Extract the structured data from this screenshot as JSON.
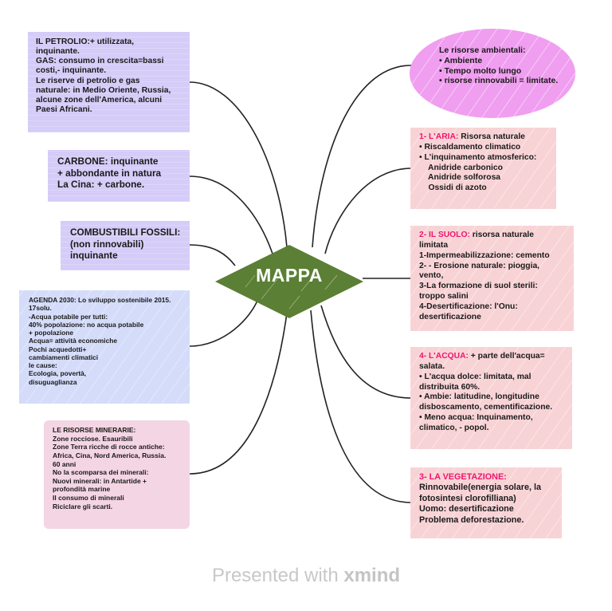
{
  "central": {
    "label": "MAPPA",
    "color": "#5b7f34"
  },
  "left_topics": [
    {
      "id": "petrolio",
      "lines": [
        "IL PETROLIO:+ utilizzata,",
        "inquinante.",
        "GAS: consumo in crescita=bassi",
        "costi,- inquinante.",
        "Le riserve di petrolio e gas",
        "naturale: in Medio Oriente, Russia,",
        "alcune zone dell'America, alcuni",
        "Paesi Africani."
      ]
    },
    {
      "id": "carbone",
      "lines": [
        "CARBONE: inquinante",
        "+ abbondante in natura",
        "La Cina: + carbone."
      ]
    },
    {
      "id": "combustibili",
      "lines": [
        "COMBUSTIBILI FOSSILI:",
        "(non rinnovabili)",
        "inquinante"
      ]
    },
    {
      "id": "agenda",
      "lines": [
        "AGENDA 2030: Lo sviluppo sostenibile 2015.",
        "17solu.",
        "-Acqua potabile per tutti:",
        "40% popolazione: no acqua potabile",
        "+ popolazione",
        "Acqua= attività economiche",
        "Pochi acquedotti+",
        "cambiamenti climatici",
        "le cause:",
        "Ecologia, povertà,",
        "disuguaglianza"
      ]
    },
    {
      "id": "minerarie",
      "lines": [
        "LE RISORSE MINERARIE:",
        "Zone rocciose. Esauribili",
        "Zone Terra ricche di rocce antiche:",
        "Africa, Cina, Nord America, Russia.",
        "60 anni",
        "No la scomparsa dei minerali:",
        "Nuovi minerali: in Antartide +",
        "profondità marine",
        "Il consumo di minerali",
        "Riciclare gli scarti."
      ]
    }
  ],
  "right_topics": [
    {
      "id": "ambientali",
      "lines": [
        "Le risorse ambientali:",
        "• Ambiente",
        "• Tempo molto lungo",
        "• risorse rinnovabili = limitate."
      ]
    },
    {
      "id": "aria",
      "heading": "1- L'ARIA:",
      "first_rest": " Risorsa naturale",
      "lines": [
        "• Riscaldamento climatico",
        "• L'inquinamento atmosferico:",
        "    Anidride carbonico",
        "    Anidride solforosa",
        "    Ossidi di azoto"
      ]
    },
    {
      "id": "suolo",
      "heading": "2- IL SUOLO:",
      "first_rest": " risorsa naturale",
      "lines": [
        "limitata",
        "1-Impermeabilizzazione: cemento",
        "2- - Erosione naturale: pioggia,",
        "vento,",
        "3-La formazione di suol sterili:",
        "troppo salini",
        "4-Desertificazione: l'Onu:",
        "desertificazione"
      ]
    },
    {
      "id": "acqua",
      "heading": "4- L'ACQUA:",
      "first_rest": " + parte dell'acqua=",
      "lines": [
        "salata.",
        "• L'acqua dolce: limitata, mal",
        "distribuita 60%.",
        "• Ambie: latitudine, longitudine",
        "disboscamento, cementificazione.",
        "• Meno acqua: Inquinamento,",
        "climatico, - popol."
      ]
    },
    {
      "id": "vegetazione",
      "heading": "3- LA VEGETAZIONE:",
      "first_rest": "",
      "lines": [
        "Rinnovabile(energia solare, la",
        "fotosintesi clorofilliana)",
        "Uomo: desertificazione",
        "Problema deforestazione."
      ]
    }
  ],
  "footer": {
    "prefix": "Presented with ",
    "brand": "xmind"
  },
  "colors": {
    "purple": "#d5ccf8",
    "blue": "#d4dcfa",
    "pink_light": "#f4d5e3",
    "rose": "#f8d3d6",
    "magenta": "#f09ef0",
    "accent": "#f0156c",
    "central": "#5b7f34"
  }
}
